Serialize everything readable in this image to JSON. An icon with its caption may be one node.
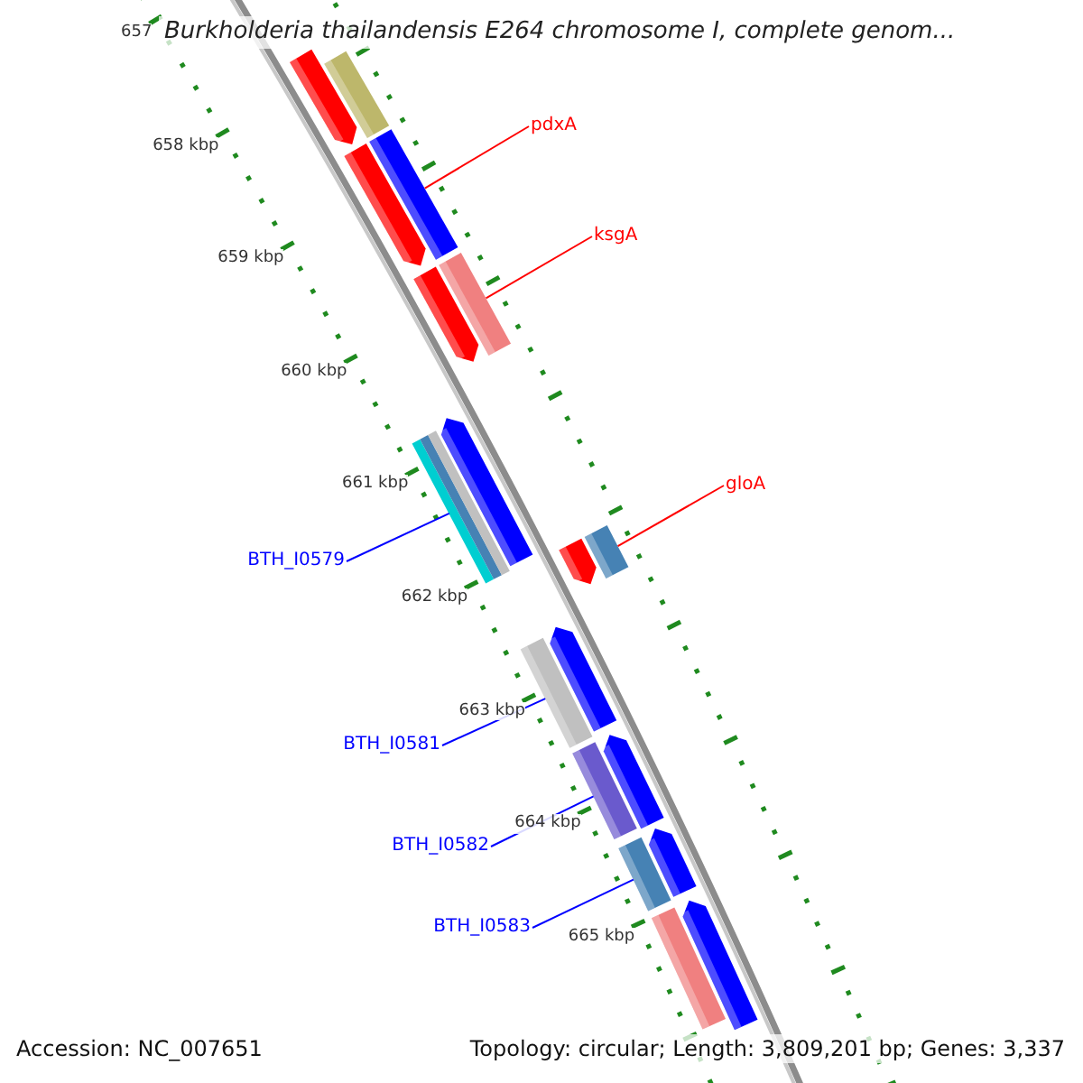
{
  "diagram": {
    "title": "Burkholderia thailandensis E264 chromosome I, complete genom...",
    "nodes": [
      {
        "text": [],
        "shape": "arrow"
      },
      {
        "text": [],
        "shape": "bar"
      },
      {
        "text": [],
        "shape": "arrow"
      },
      {
        "text": [],
        "shape": "bar"
      },
      {
        "text": [],
        "shape": "arrow"
      },
      {
        "text": [],
        "shape": "bar"
      },
      {
        "text": [],
        "shape": "arrow"
      },
      {
        "text": [],
        "shape": "bar"
      },
      {
        "text": [],
        "shape": "bar"
      },
      {
        "text": [],
        "shape": "bar"
      },
      {
        "text": [],
        "shape": "arrow"
      },
      {
        "text": [],
        "shape": "bar"
      },
      {
        "text": [],
        "shape": "arrow"
      },
      {
        "text": [],
        "shape": "bar"
      },
      {
        "text": [],
        "shape": "arrow"
      },
      {
        "text": [],
        "shape": "bar"
      },
      {
        "text": [],
        "shape": "arrow"
      },
      {
        "text": [],
        "shape": "bar"
      },
      {
        "text": [],
        "shape": "arrow"
      },
      {
        "text": [],
        "shape": "bar"
      },
      {
        "text": [
          "pdxA"
        ]
      },
      {
        "text": [
          "ksgA"
        ]
      },
      {
        "text": [
          "gloA"
        ]
      },
      {
        "text": [
          "BTH_I0579"
        ]
      },
      {
        "text": [
          "BTH_I0581"
        ]
      },
      {
        "text": [
          "BTH_I0582"
        ]
      },
      {
        "text": [
          "BTH_I0583"
        ]
      }
    ],
    "edges": [
      {
        "from": 20,
        "to": 3,
        "arrow": "none",
        "color": "#ff0000"
      },
      {
        "from": 21,
        "to": 5,
        "arrow": "none",
        "color": "#ff0000"
      },
      {
        "from": 22,
        "to": 11,
        "arrow": "none",
        "color": "#ff0000"
      },
      {
        "from": 23,
        "to": 7,
        "arrow": "none"
      },
      {
        "from": 24,
        "to": 13,
        "arrow": "none"
      },
      {
        "from": 25,
        "to": 15,
        "arrow": "none"
      },
      {
        "from": 26,
        "to": 17,
        "arrow": "none"
      }
    ],
    "labels": [
      "657",
      "658 kbp",
      "659 kbp",
      "660 kbp",
      "661 kbp",
      "662 kbp",
      "663 kbp",
      "664 kbp",
      "665 kbp",
      "Accession: NC_007651",
      "Topology: circular; Length: 3,809,201 bp; Genes: 3,337"
    ]
  }
}
